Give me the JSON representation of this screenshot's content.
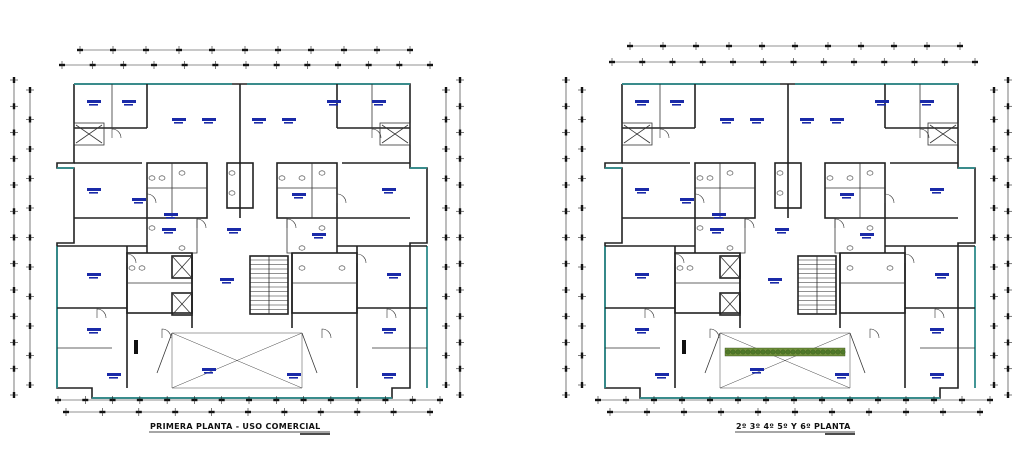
{
  "drawing": {
    "plans": [
      {
        "id": "ground",
        "title": "PRIMERA PLANTA - USO COMERCIAL",
        "has_planter": false
      },
      {
        "id": "typical",
        "title": "2º 3º 4º 5º Y 6º PLANTA",
        "has_planter": true
      }
    ],
    "colors": {
      "wall": "#222222",
      "exterior_wall": "#2e8b8b",
      "room_label": "#1a2aa8",
      "planter": "#6f8f3a"
    }
  }
}
